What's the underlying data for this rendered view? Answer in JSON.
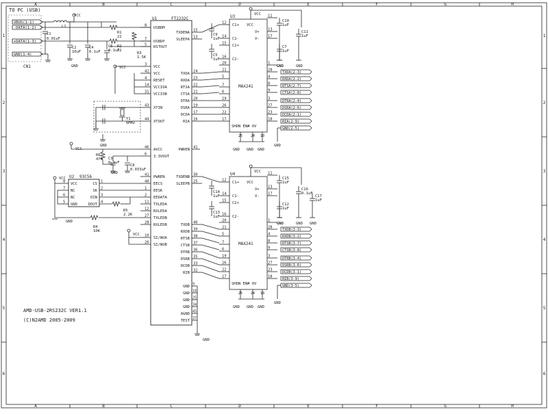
{
  "colors": {
    "wire": "#222222",
    "border": "#222222",
    "paper": "#ffffff"
  },
  "border": {
    "top_cols": [
      "A",
      "B",
      "C",
      "D",
      "E",
      "F",
      "G",
      "H"
    ],
    "bottom_cols": [
      "A",
      "B",
      "C",
      "D",
      "E",
      "F",
      "G",
      "H"
    ],
    "left_rows": [
      "1",
      "2",
      "3",
      "4",
      "5",
      "6"
    ],
    "right_rows": [
      "1",
      "2",
      "3",
      "4",
      "5",
      "6"
    ]
  },
  "title_block": {
    "line1": "AMD-USB-2RS232C VER1.1",
    "line2": "(C)N2AMD 2005-2009"
  },
  "connector": {
    "heading": "TO PC (USB)",
    "pins": [
      "VBUS(1-1)",
      "-DATA(1-2)",
      "+DATA(1-3)",
      "GND(1-4)"
    ],
    "ref": "CN1",
    "vcc": "VCC",
    "gnd": "GND"
  },
  "passives": {
    "c1": [
      "C1",
      "0.01uF"
    ],
    "l1": "L1",
    "c2": [
      "C2",
      "10uF"
    ],
    "c4": [
      "C4",
      "0.1uF"
    ],
    "c6": [
      "C6",
      "0.1uF"
    ],
    "r1": [
      "R1",
      "22"
    ],
    "r2": [
      "R2",
      "22"
    ],
    "r3": [
      "R3",
      "1.5K"
    ],
    "y1": [
      "Y1",
      "6MHz"
    ],
    "r6": [
      "R6",
      "470"
    ],
    "c3": [
      "C3",
      "0.1uF"
    ],
    "c8": [
      "C8",
      "0.033uF"
    ],
    "r5": [
      "R5",
      "2.2K"
    ],
    "r4": [
      "R4",
      "10K"
    ]
  },
  "u1": {
    "ref": "U1",
    "part": "FT2232C",
    "left_pins": [
      {
        "num": "8",
        "name": "USBDM"
      },
      {
        "num": "7",
        "name": "USBDP"
      },
      {
        "num": "5",
        "name": "RSTOUT"
      },
      {
        "num": "3",
        "name": "VCC"
      },
      {
        "num": "42",
        "name": "VCC"
      },
      {
        "num": "4",
        "name": "RESET"
      },
      {
        "num": "14",
        "name": "VCCIOA"
      },
      {
        "num": "31",
        "name": "VCCIOB"
      },
      {
        "num": "43",
        "name": "XTIN"
      },
      {
        "num": "44",
        "name": "XTOUT"
      },
      {
        "num": "46",
        "name": "AVCC"
      },
      {
        "num": "6",
        "name": "3.3VOUT"
      },
      {
        "num": "41",
        "name": "PWREN"
      },
      {
        "num": "48",
        "name": "EECS"
      },
      {
        "num": "1",
        "name": "EESK"
      },
      {
        "num": "2",
        "name": "EEDATA"
      },
      {
        "num": "11",
        "name": "TXLEDA"
      },
      {
        "num": "12",
        "name": "RXLEDA"
      },
      {
        "num": "27",
        "name": "TXLEDB"
      },
      {
        "num": "28",
        "name": "RXLEDB"
      },
      {
        "num": "10",
        "name": "SI/WUA"
      },
      {
        "num": "26",
        "name": "SI/WUB"
      }
    ],
    "right_pins": [
      {
        "num": "15",
        "name": "TXDENA"
      },
      {
        "num": "13",
        "name": "SLEEPA"
      },
      {
        "num": "24",
        "name": "TXDA"
      },
      {
        "num": "23",
        "name": "RXDA"
      },
      {
        "num": "22",
        "name": "RTSA"
      },
      {
        "num": "21",
        "name": "CTSA"
      },
      {
        "num": "20",
        "name": "DTRA"
      },
      {
        "num": "19",
        "name": "DSRA"
      },
      {
        "num": "17",
        "name": "DCDA"
      },
      {
        "num": "16",
        "name": "RIA"
      },
      {
        "num": "41",
        "name": "PWREN"
      },
      {
        "num": "30",
        "name": "TXDENB"
      },
      {
        "num": "25",
        "name": "SLEEPB"
      },
      {
        "num": "40",
        "name": "TXDB"
      },
      {
        "num": "39",
        "name": "RXDB"
      },
      {
        "num": "38",
        "name": "RTSB"
      },
      {
        "num": "37",
        "name": "CTSB"
      },
      {
        "num": "36",
        "name": "DTRB"
      },
      {
        "num": "35",
        "name": "DSRB"
      },
      {
        "num": "33",
        "name": "DCDB"
      },
      {
        "num": "32",
        "name": "RIB"
      }
    ],
    "gnd_pins": [
      {
        "num": "9",
        "name": "GND"
      },
      {
        "num": "18",
        "name": "GND"
      },
      {
        "num": "25",
        "name": "GND"
      },
      {
        "num": "34",
        "name": "GND"
      },
      {
        "num": "45",
        "name": "AGND"
      },
      {
        "num": "37",
        "name": "TEST"
      }
    ],
    "vcc": "VCC",
    "gnd": "GND"
  },
  "u2": {
    "ref": "U2",
    "part": "93C56",
    "left_pins": [
      {
        "num": "8",
        "name": "VCC"
      },
      {
        "num": "7",
        "name": "NC"
      },
      {
        "num": "6",
        "name": "NC"
      },
      {
        "num": "5",
        "name": "GND"
      }
    ],
    "right_pins": [
      {
        "num": "1",
        "name": "CS"
      },
      {
        "num": "2",
        "name": "SK"
      },
      {
        "num": "3",
        "name": "DIN"
      },
      {
        "num": "4",
        "name": "DOUT"
      }
    ],
    "vcc": "VCC",
    "gnd": "GND"
  },
  "u3": {
    "ref": "U3",
    "part": "MAX241",
    "top_labels": [
      "C1+",
      "VCC",
      "C1-",
      "V+",
      "C2+",
      "V-",
      "C2-"
    ],
    "left_nums": [
      "12",
      "14",
      "15",
      "16",
      "20",
      "21",
      "5",
      "7",
      "6",
      "19",
      "26",
      "22",
      "17"
    ],
    "right_nums": [
      "11",
      "13",
      "17",
      "1",
      "28",
      "4",
      "8",
      "9",
      "3",
      "27",
      "23",
      "18"
    ],
    "bottom": "SHDN EN# 0V",
    "bottom_nums": [
      "25",
      "24",
      "10"
    ],
    "caps": {
      "c9": [
        "C9",
        "1uF"
      ],
      "c5": [
        "C5",
        "1uF"
      ],
      "c10": [
        "C10",
        "1uF"
      ],
      "c7": [
        "C7",
        "1uF"
      ],
      "c11": [
        "C11",
        "1uF"
      ]
    },
    "nets": [
      "TXDA(2-3)",
      "RXDA(2-2)",
      "RTSA(2-7)",
      "CTSA(2-8)",
      "DTRA(2-4)",
      "DSRA(2-6)",
      "DCDA(2-1)",
      "RIA(2-9)",
      "GND(2-5)"
    ],
    "vcc": "VCC",
    "gnd": "GND"
  },
  "u4": {
    "ref": "U4",
    "part": "MAX241",
    "top_labels": [
      "C1+",
      "VCC",
      "C1-",
      "V+",
      "C2+",
      "V-",
      "C2-"
    ],
    "left_nums": [
      "12",
      "14",
      "15",
      "16",
      "20",
      "21",
      "5",
      "7",
      "6",
      "19",
      "26",
      "22",
      "17"
    ],
    "right_nums": [
      "11",
      "13",
      "17",
      "1",
      "28",
      "4",
      "8",
      "9",
      "3",
      "27",
      "23",
      "18"
    ],
    "bottom": "SHDN EN# 0V",
    "bottom_nums": [
      "25",
      "24",
      "10"
    ],
    "caps": {
      "c14": [
        "C14",
        "1uF"
      ],
      "c13": [
        "C13",
        "1uF"
      ],
      "c15": [
        "C15",
        "1uF"
      ],
      "c12": [
        "C12",
        "1uF"
      ],
      "c16": [
        "C16",
        "0.1uF"
      ],
      "c17": [
        "C17",
        "1uF"
      ]
    },
    "nets": [
      "TXDB(3-3)",
      "RXDB(3-2)",
      "RTSB(3-7)",
      "CTSB(3-8)",
      "DTRB(3-4)",
      "DSRB(3-6)",
      "DCDB(3-1)",
      "RIB(3-9)",
      "GND(3-5)"
    ],
    "vcc": "VCC",
    "gnd": "GND"
  }
}
